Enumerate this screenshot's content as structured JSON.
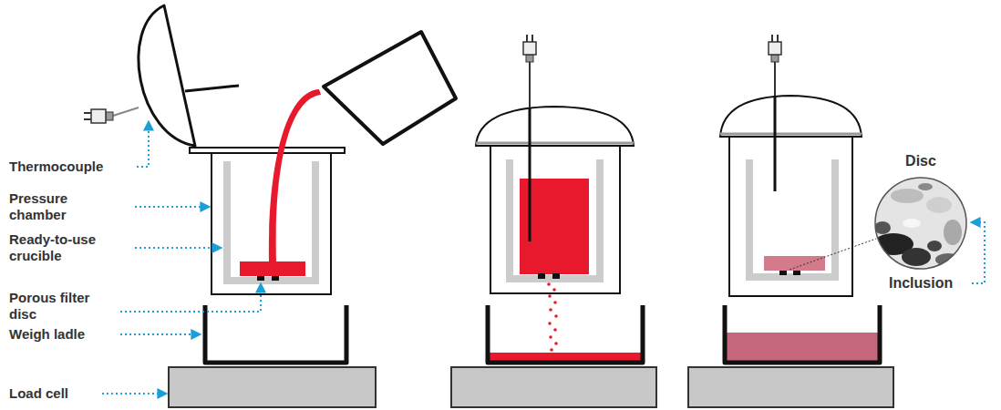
{
  "diagram": {
    "labels": [
      "Thermocouple",
      "Pressure chamber",
      "Ready-to-use crucible",
      "Porous filter disc",
      "Weigh ladle",
      "Load cell",
      "Disc",
      "Inclusion"
    ]
  }
}
